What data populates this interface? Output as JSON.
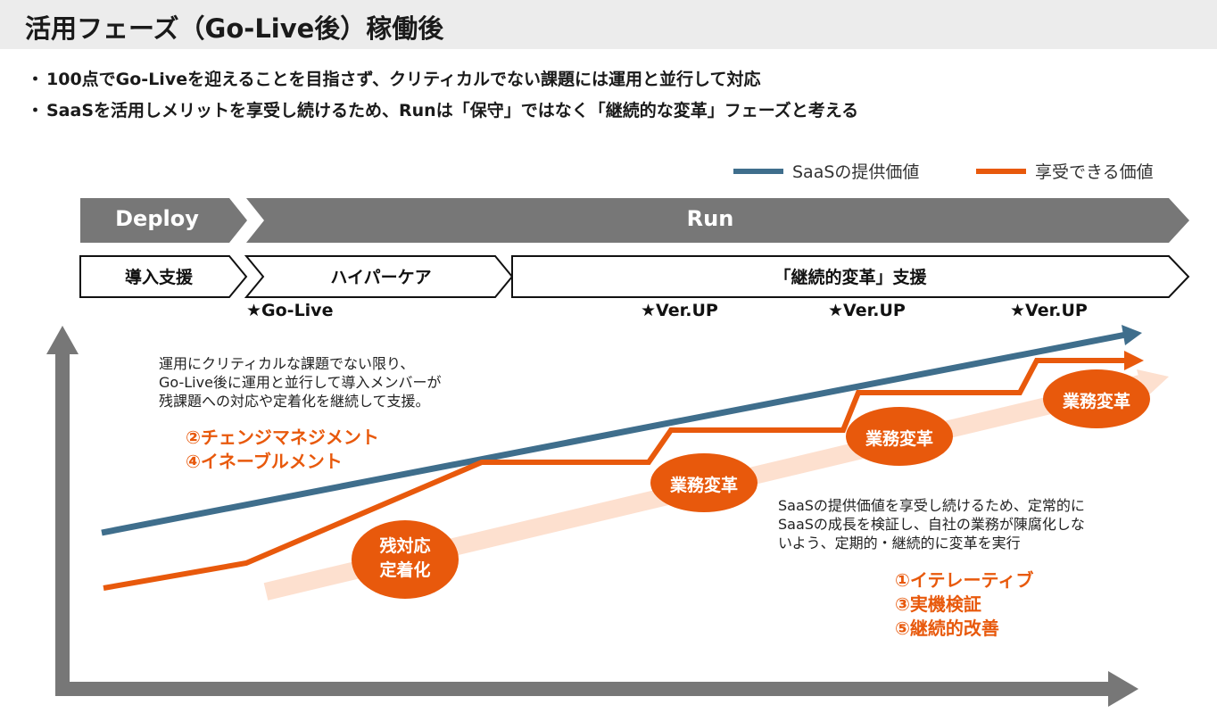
{
  "title": "活用フェーズ（Go-Live後）稼働後",
  "bullets": [
    "100点でGo-Liveを迎えることを目指さず、クリティカルでない課題には運用と並行して対応",
    "SaaSを活用しメリットを享受し続けるため、Runは「保守」ではなく「継続的な変革」フェーズと考える"
  ],
  "bullet_symbol": "・",
  "legend": [
    {
      "label": "SaaSの提供価値",
      "color": "#3f6e8c"
    },
    {
      "label": "享受できる価値",
      "color": "#e8590c"
    }
  ],
  "phases_top": {
    "deploy": "Deploy",
    "run": "Run"
  },
  "phases_sub": {
    "intro": "導入支援",
    "hypercare": "ハイパーケア",
    "continuous": "「継続的変革」支援"
  },
  "milestones": [
    "★Go-Live",
    "★Ver.UP",
    "★Ver.UP",
    "★Ver.UP"
  ],
  "note_left": [
    "運用にクリティカルな課題でない限り、",
    "Go-Live後に運用と並行して導入メンバーが",
    "残課題への対応や定着化を継続して支援。"
  ],
  "orange_left": [
    "②チェンジマネジメント",
    "④イネーブルメント"
  ],
  "note_right": [
    "SaaSの提供価値を享受し続けるため、定常的に",
    "SaaSの成長を検証し、自社の業務が陳腐化しな",
    "いよう、定期的・継続的に変革を実行"
  ],
  "orange_right": [
    "①イテレーティブ",
    "③実機検証",
    "⑤継続的改善"
  ],
  "ellipses": {
    "residual": [
      "残対応",
      "定着化"
    ],
    "reform1": "業務変革",
    "reform2": "業務変革",
    "reform3": "業務変革"
  },
  "colors": {
    "blue": "#3f6e8c",
    "orange": "#e8590c",
    "peach": "#fde0cf",
    "gray": "#777777",
    "title_bg": "#ececec"
  }
}
